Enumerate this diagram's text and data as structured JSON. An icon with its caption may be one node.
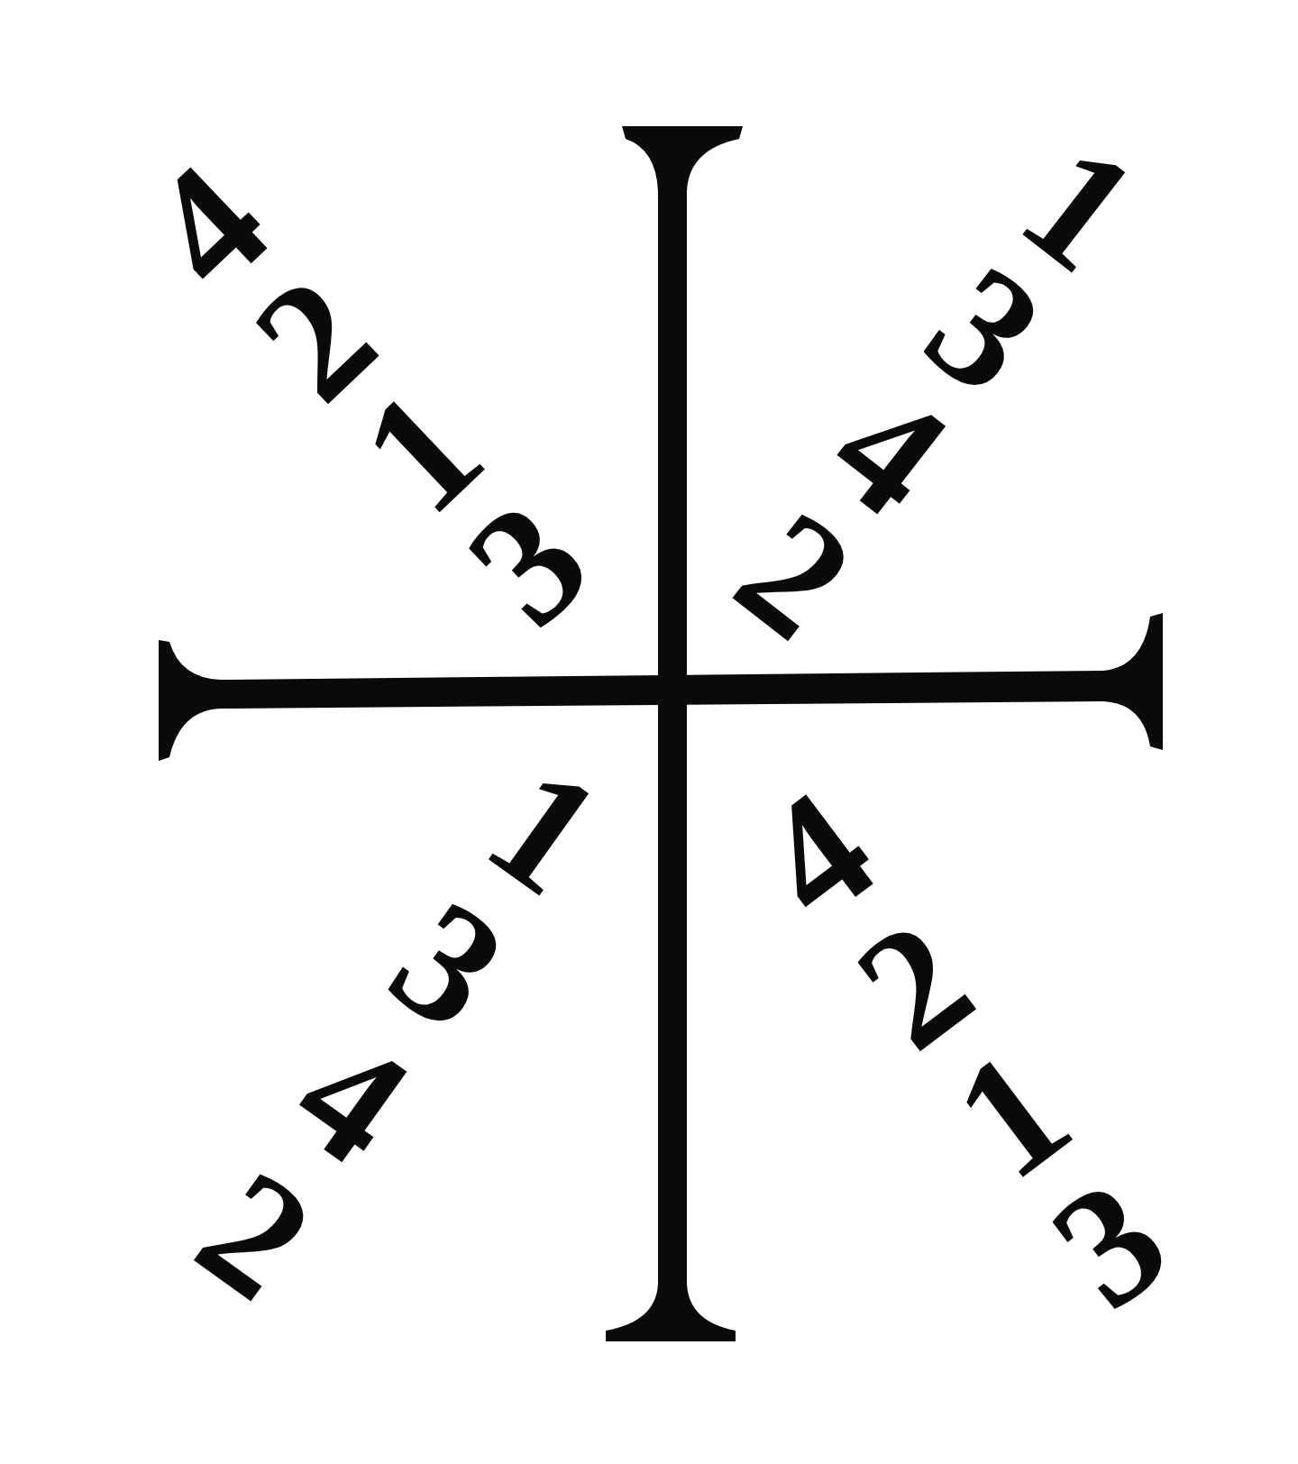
{
  "diagram": {
    "labels": [
      "4213",
      "1342",
      "1342",
      "4213"
    ]
  }
}
